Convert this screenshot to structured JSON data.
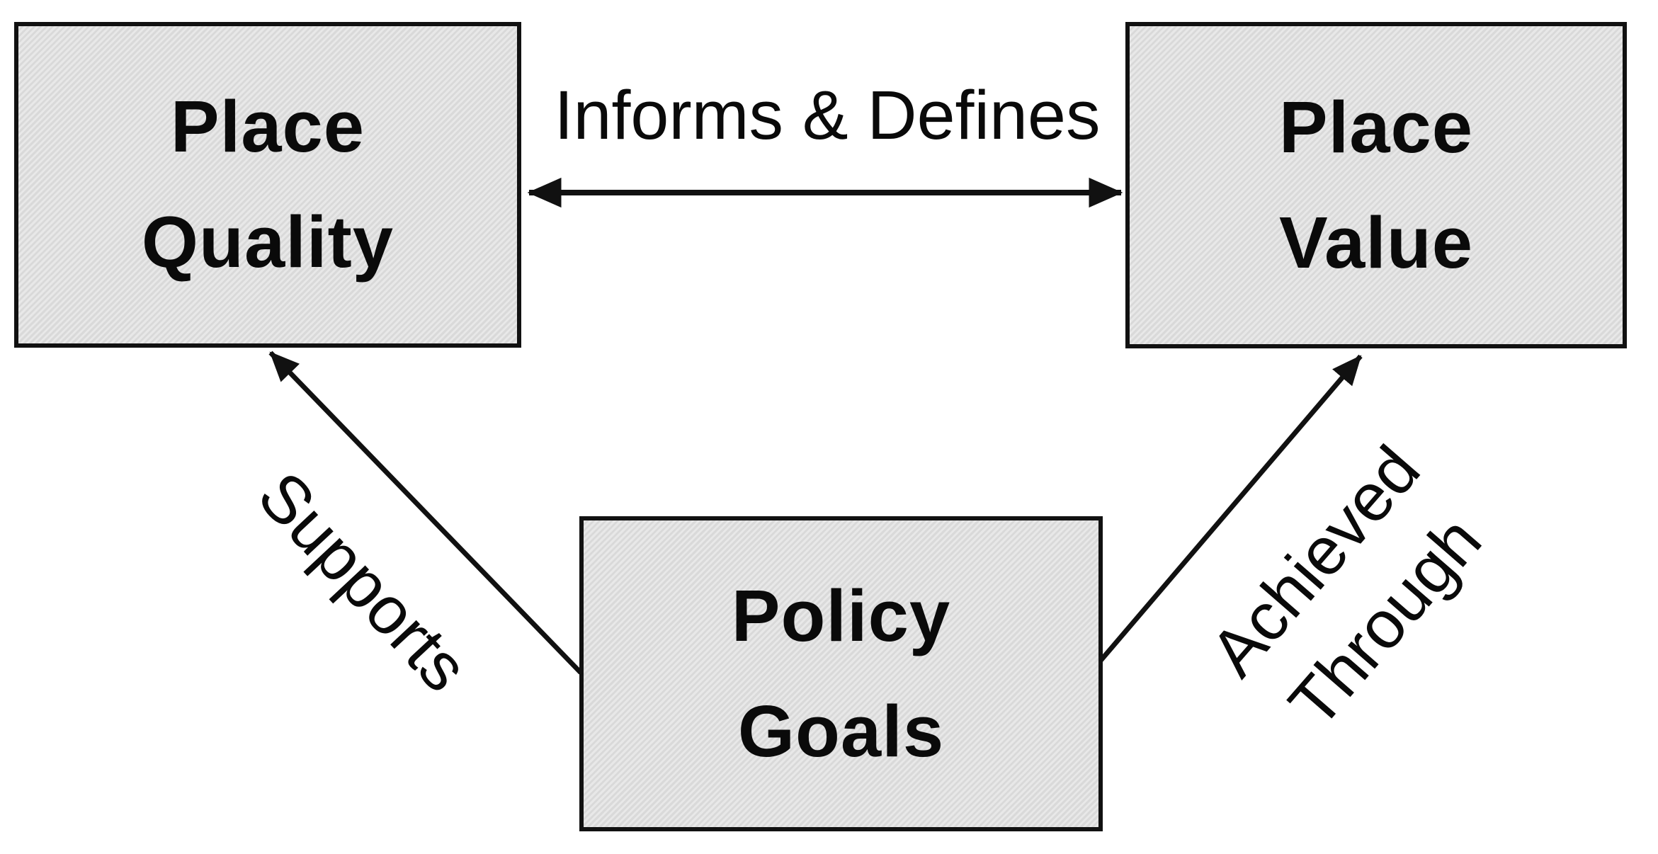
{
  "theme": {
    "background": "#ffffff",
    "node_fill": "#dcdcdc",
    "node_border": "#111111",
    "arrow_color": "#111111",
    "text_color": "#0a0a0a"
  },
  "nodes": [
    {
      "id": "place-quality",
      "lines": [
        "Place",
        "Quality"
      ]
    },
    {
      "id": "place-value",
      "lines": [
        "Place",
        "Value"
      ]
    },
    {
      "id": "policy-goals",
      "lines": [
        "Policy",
        "Goals"
      ]
    }
  ],
  "edges": [
    {
      "id": "informs-defines",
      "label": "Informs & Defines",
      "type": "bidirectional",
      "from": "place-quality",
      "to": "place-value"
    },
    {
      "id": "supports",
      "label": "Supports",
      "type": "directed",
      "from": "policy-goals",
      "to": "place-quality"
    },
    {
      "id": "achieved-through",
      "label_lines": [
        "Achieved",
        "Through"
      ],
      "type": "directed",
      "from": "policy-goals",
      "to": "place-value"
    }
  ]
}
